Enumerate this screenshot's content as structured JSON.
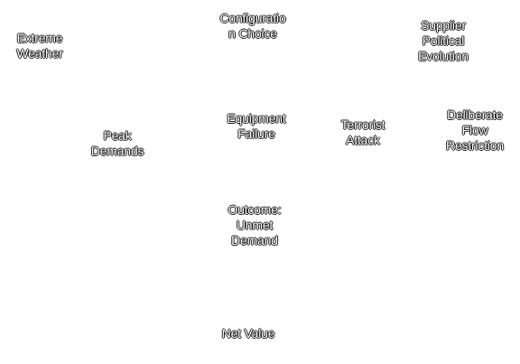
{
  "nodes": {
    "extreme_weather": "Extreme\nWeather",
    "configuration_choice": "Configuratio\nn Choice",
    "supplier_political_evolution": "Supplier\nPolitical\nEvolution",
    "peak_demands": "Peak\nDemands",
    "equipment_failure": "Equipment\nFailure",
    "terrorist_attack": "Terrorist\nAttack",
    "deliberate_flow_restriction": "Deliberate\nFlow\nRestriction",
    "outcome_unmet_demand": "Outcome:\nUnmet\nDemand",
    "net_value": "Net Value"
  }
}
